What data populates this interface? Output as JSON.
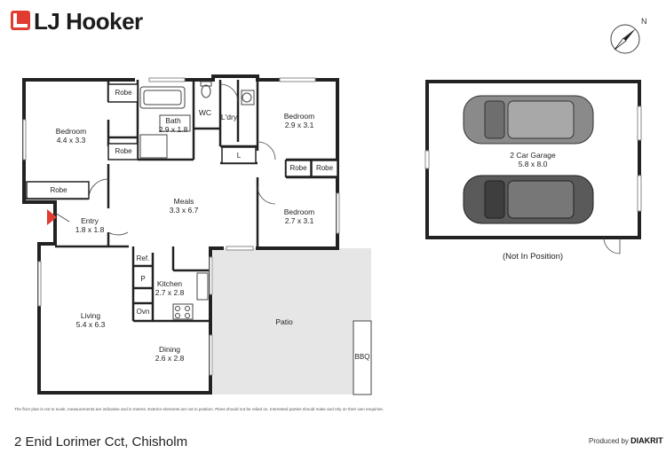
{
  "brand": {
    "name": "LJ Hooker",
    "accent": "#e03c31"
  },
  "compass": {
    "label": "N",
    "icon": "north-arrow-icon"
  },
  "rooms": {
    "bedroom1": {
      "name": "Bedroom",
      "size": "4.4 x 3.3"
    },
    "bath": {
      "name": "Bath",
      "size": "2.9 x 1.8"
    },
    "wc": {
      "name": "WC"
    },
    "laundry": {
      "name": "L'dry"
    },
    "bedroom2": {
      "name": "Bedroom",
      "size": "2.9 x 3.1"
    },
    "bedroom3": {
      "name": "Bedroom",
      "size": "2.7 x 3.1"
    },
    "meals": {
      "name": "Meals",
      "size": "3.3 x 6.7"
    },
    "entry": {
      "name": "Entry",
      "size": "1.8 x 1.8"
    },
    "living": {
      "name": "Living",
      "size": "5.4 x 6.3"
    },
    "kitchen": {
      "name": "Kitchen",
      "size": "2.7 x 2.8"
    },
    "dining": {
      "name": "Dining",
      "size": "2.6 x 2.8"
    },
    "patio": {
      "name": "Patio"
    },
    "garage": {
      "name": "2 Car Garage",
      "size": "5.8 x 8.0"
    }
  },
  "fixtures": {
    "robe": "Robe",
    "linen": "L",
    "fridge": "Ref.",
    "pantry": "P",
    "oven": "Ovn",
    "bbq": "BBQ"
  },
  "garage_note": "(Not In Position)",
  "disclaimer": "The floor plan is not to scale, measurements are indicative and in metres. Exterior elements are not in position. Plans should not be relied on. Interested parties should make and rely on their own enquiries.",
  "address": "2 Enid Lorimer Cct, Chisholm",
  "credit": {
    "prefix": "Produced by",
    "name": "DIAKRIT"
  },
  "colors": {
    "wall": "#222222",
    "patio": "#e6e6e6",
    "car": "#8a8a8a",
    "car_dark": "#555555",
    "entry_marker": "#e03c31"
  }
}
